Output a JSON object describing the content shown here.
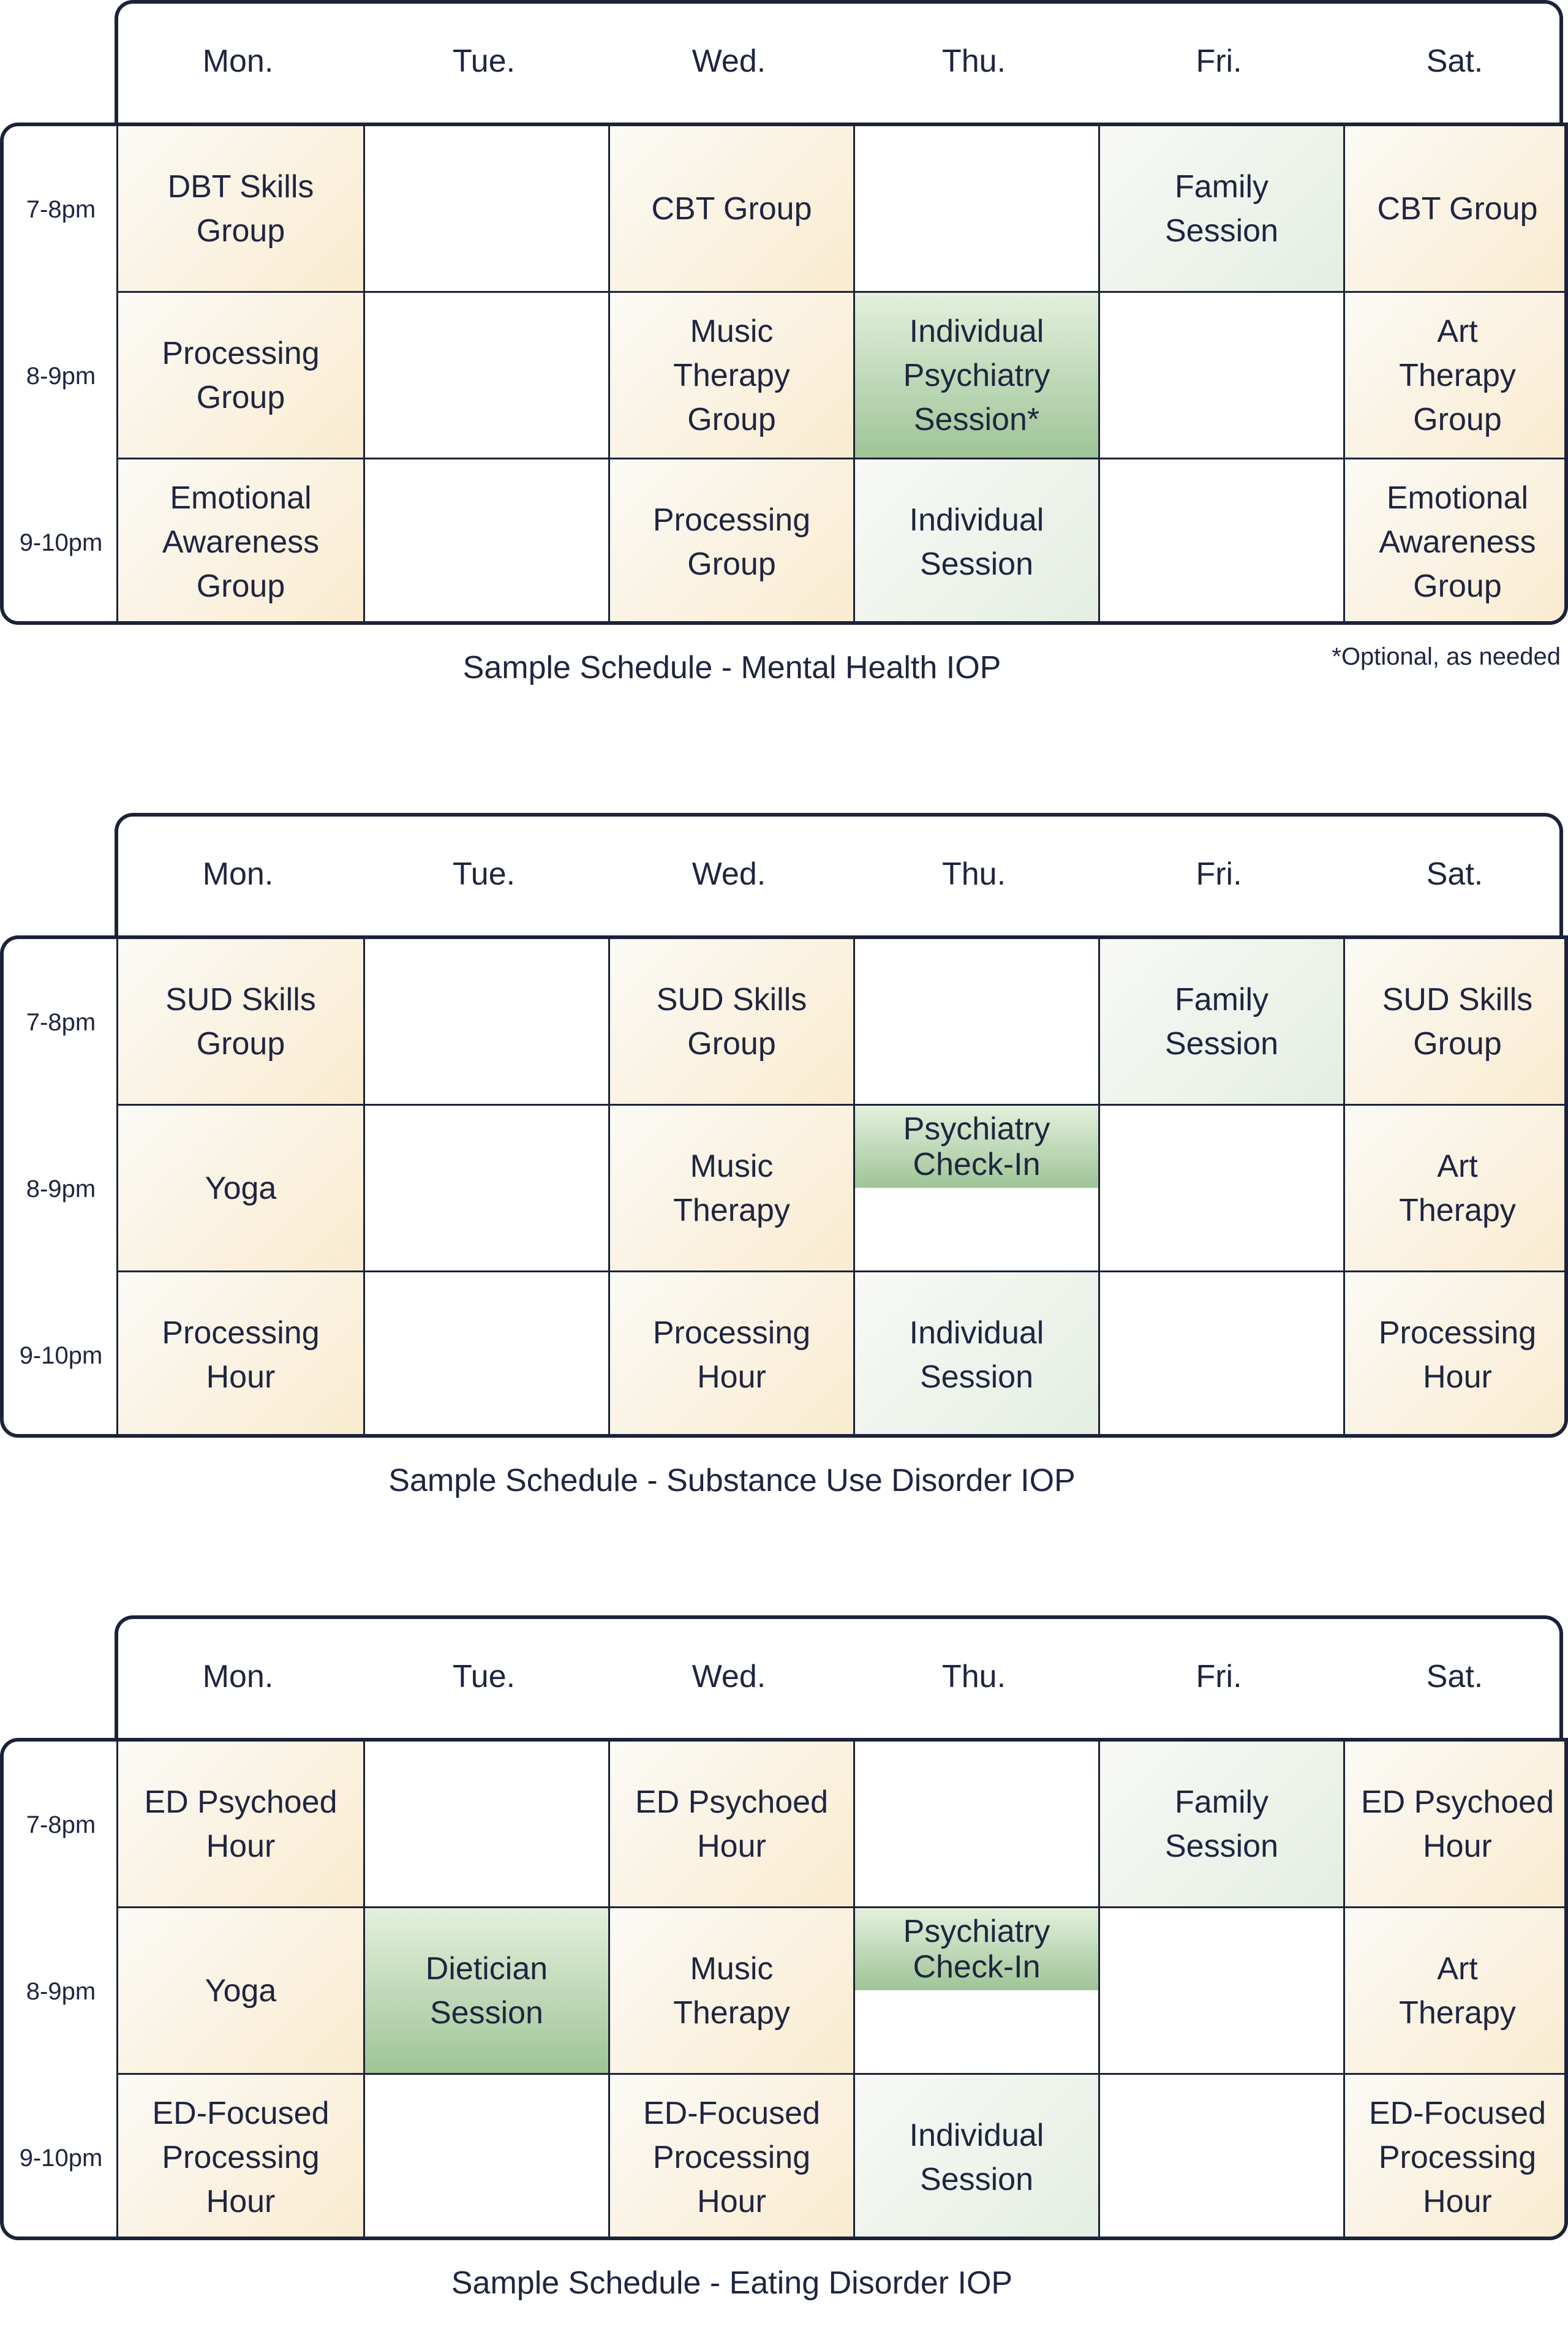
{
  "days": [
    "Mon.",
    "Tue.",
    "Wed.",
    "Thu.",
    "Fri.",
    "Sat."
  ],
  "times": [
    "7-8pm",
    "8-9pm",
    "9-10pm"
  ],
  "schedules": [
    {
      "caption": "Sample Schedule - Mental Health IOP",
      "note": "*Optional, as needed",
      "rows": [
        [
          {
            "text": "DBT Skills\nGroup",
            "style": "warm"
          },
          {
            "text": "",
            "style": "empty"
          },
          {
            "text": "CBT Group",
            "style": "warm"
          },
          {
            "text": "",
            "style": "empty"
          },
          {
            "text": "Family\nSession",
            "style": "cool"
          },
          {
            "text": "CBT Group",
            "style": "warm"
          }
        ],
        [
          {
            "text": "Processing\nGroup",
            "style": "warm"
          },
          {
            "text": "",
            "style": "empty"
          },
          {
            "text": "Music\nTherapy\nGroup",
            "style": "warm"
          },
          {
            "text": "Individual\nPsychiatry\nSession*",
            "style": "green"
          },
          {
            "text": "",
            "style": "empty"
          },
          {
            "text": "Art\nTherapy\nGroup",
            "style": "warm"
          }
        ],
        [
          {
            "text": "Emotional\nAwareness\nGroup",
            "style": "warm"
          },
          {
            "text": "",
            "style": "empty"
          },
          {
            "text": "Processing\nGroup",
            "style": "warm"
          },
          {
            "text": "Individual\nSession",
            "style": "cool"
          },
          {
            "text": "",
            "style": "empty"
          },
          {
            "text": "Emotional\nAwareness\nGroup",
            "style": "warm"
          }
        ]
      ]
    },
    {
      "caption": "Sample Schedule - Substance Use Disorder IOP",
      "note": "",
      "rows": [
        [
          {
            "text": "SUD Skills\nGroup",
            "style": "warm"
          },
          {
            "text": "",
            "style": "empty"
          },
          {
            "text": "SUD Skills\nGroup",
            "style": "warm"
          },
          {
            "text": "",
            "style": "empty"
          },
          {
            "text": "Family\nSession",
            "style": "cool"
          },
          {
            "text": "SUD Skills\nGroup",
            "style": "warm"
          }
        ],
        [
          {
            "text": "Yoga",
            "style": "warm"
          },
          {
            "text": "",
            "style": "empty"
          },
          {
            "text": "Music\nTherapy",
            "style": "warm"
          },
          {
            "text": "Psychiatry\nCheck-In",
            "style": "split"
          },
          {
            "text": "",
            "style": "empty"
          },
          {
            "text": "Art\nTherapy",
            "style": "warm"
          }
        ],
        [
          {
            "text": "Processing\nHour",
            "style": "warm"
          },
          {
            "text": "",
            "style": "empty"
          },
          {
            "text": "Processing\nHour",
            "style": "warm"
          },
          {
            "text": "Individual\nSession",
            "style": "cool"
          },
          {
            "text": "",
            "style": "empty"
          },
          {
            "text": "Processing\nHour",
            "style": "warm"
          }
        ]
      ]
    },
    {
      "caption": "Sample Schedule - Eating Disorder IOP",
      "note": "",
      "rows": [
        [
          {
            "text": "ED Psychoed\nHour",
            "style": "warm"
          },
          {
            "text": "",
            "style": "empty"
          },
          {
            "text": "ED Psychoed\nHour",
            "style": "warm"
          },
          {
            "text": "",
            "style": "empty"
          },
          {
            "text": "Family\nSession",
            "style": "cool"
          },
          {
            "text": "ED Psychoed\nHour",
            "style": "warm"
          }
        ],
        [
          {
            "text": "Yoga",
            "style": "warm"
          },
          {
            "text": "Dietician\nSession",
            "style": "green"
          },
          {
            "text": "Music\nTherapy",
            "style": "warm"
          },
          {
            "text": "Psychiatry\nCheck-In",
            "style": "split"
          },
          {
            "text": "",
            "style": "empty"
          },
          {
            "text": "Art\nTherapy",
            "style": "warm"
          }
        ],
        [
          {
            "text": "ED-Focused\nProcessing\nHour",
            "style": "warm"
          },
          {
            "text": "",
            "style": "empty"
          },
          {
            "text": "ED-Focused\nProcessing\nHour",
            "style": "warm"
          },
          {
            "text": "Individual\nSession",
            "style": "cool"
          },
          {
            "text": "",
            "style": "empty"
          },
          {
            "text": "ED-Focused\nProcessing\nHour",
            "style": "warm"
          }
        ]
      ]
    }
  ]
}
